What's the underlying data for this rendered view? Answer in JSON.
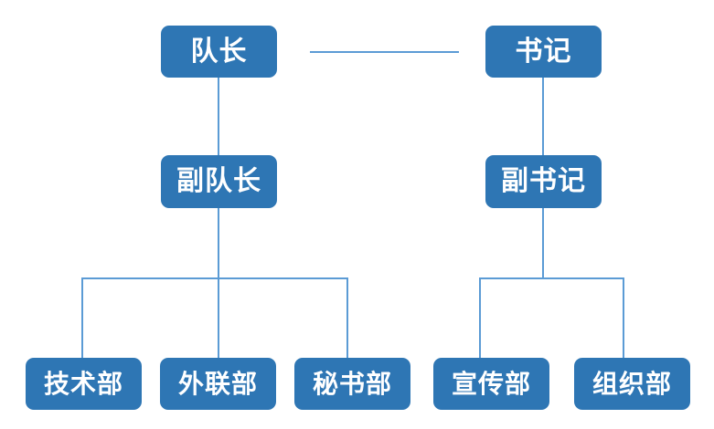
{
  "diagram": {
    "type": "organizational-chart",
    "title": "",
    "colors": {
      "node_fill": "#2E76B4",
      "node_text": "#FFFFFF",
      "connector": "#5B9BD5",
      "background": "#FFFFFF"
    },
    "levels": [
      {
        "level": 1,
        "nodes": [
          {
            "id": "captain",
            "label": "队长"
          },
          {
            "id": "secretary",
            "label": "书记"
          }
        ]
      },
      {
        "level": 2,
        "nodes": [
          {
            "id": "deputy-captain",
            "label": "副队长"
          },
          {
            "id": "deputy-secretary",
            "label": "副书记"
          }
        ]
      },
      {
        "level": 3,
        "nodes": [
          {
            "id": "tech-dept",
            "label": "技术部"
          },
          {
            "id": "liaison-dept",
            "label": "外联部"
          },
          {
            "id": "secretariat-dept",
            "label": "秘书部"
          },
          {
            "id": "publicity-dept",
            "label": "宣传部"
          },
          {
            "id": "organization-dept",
            "label": "组织部"
          }
        ]
      }
    ],
    "relations": [
      {
        "from": "captain",
        "to": "secretary",
        "style": "horizontal-peer"
      },
      {
        "from": "captain",
        "to": "deputy-captain",
        "style": "vertical"
      },
      {
        "from": "secretary",
        "to": "deputy-secretary",
        "style": "vertical"
      },
      {
        "from": "deputy-captain",
        "to": "tech-dept",
        "style": "elbow"
      },
      {
        "from": "deputy-captain",
        "to": "liaison-dept",
        "style": "vertical"
      },
      {
        "from": "deputy-captain",
        "to": "secretariat-dept",
        "style": "elbow"
      },
      {
        "from": "deputy-secretary",
        "to": "publicity-dept",
        "style": "elbow"
      },
      {
        "from": "deputy-secretary",
        "to": "organization-dept",
        "style": "elbow"
      }
    ]
  }
}
